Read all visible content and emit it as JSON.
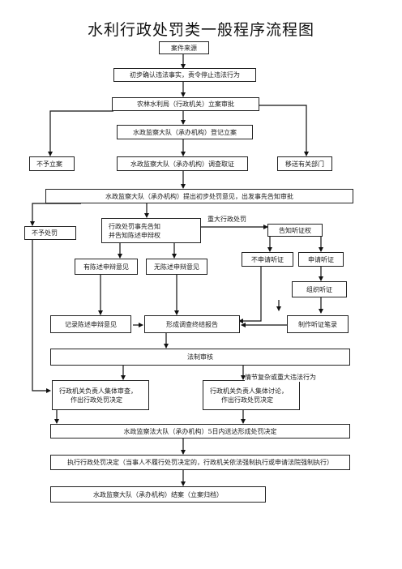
{
  "title": "水利行政处罚类一般程序流程图",
  "nodes": {
    "case_source": "案件来源",
    "confirm": "初步确认违法事实，责令停止违法行为",
    "approve": "农林水利局（行政机关）立案审批",
    "register": "水政监察大队（承办机构）登记立案",
    "no_register": "不予立案",
    "investigate": "水政监察大队（承办机构）调查取证",
    "transfer": "移送有关部门",
    "opinion": "水政监察大队（承办机构）提出初步处罚意见，出发事先告知审批",
    "no_penalty": "不予处罚",
    "notify_line1": "行政处罚事先告知",
    "notify_line2": "并告知陈述申辩权",
    "hearing_right": "告知听证权",
    "no_hearing": "不申请听证",
    "apply_hearing": "申请听证",
    "has_defense": "有陈述申辩意见",
    "no_defense": "无陈述申辩意见",
    "organize_hearing": "组织听证",
    "record_defense": "记录陈述申辩意见",
    "report": "形成调查终结报告",
    "hearing_record": "制作听证笔录",
    "legal_review": "法制审核",
    "collective_line1": "行政机关负责人集体审查，",
    "collective_line2": "作出行政处罚决定",
    "discuss_line1": "行政机关负责人集体讨论，",
    "discuss_line2": "作出行政处罚决定",
    "deliver": "水政监察法大队（承办机构）5日内送达形成处罚决定",
    "execute": "执行行政处罚决定（当事人不履行处罚决定的，行政机关依法强制执行或申请法院强制执行）",
    "close": "水政监察大队（承办机构）结案（立案归档）"
  },
  "notes": {
    "major": "重大行政处罚",
    "complex": "情节复杂或重大违法行为"
  }
}
